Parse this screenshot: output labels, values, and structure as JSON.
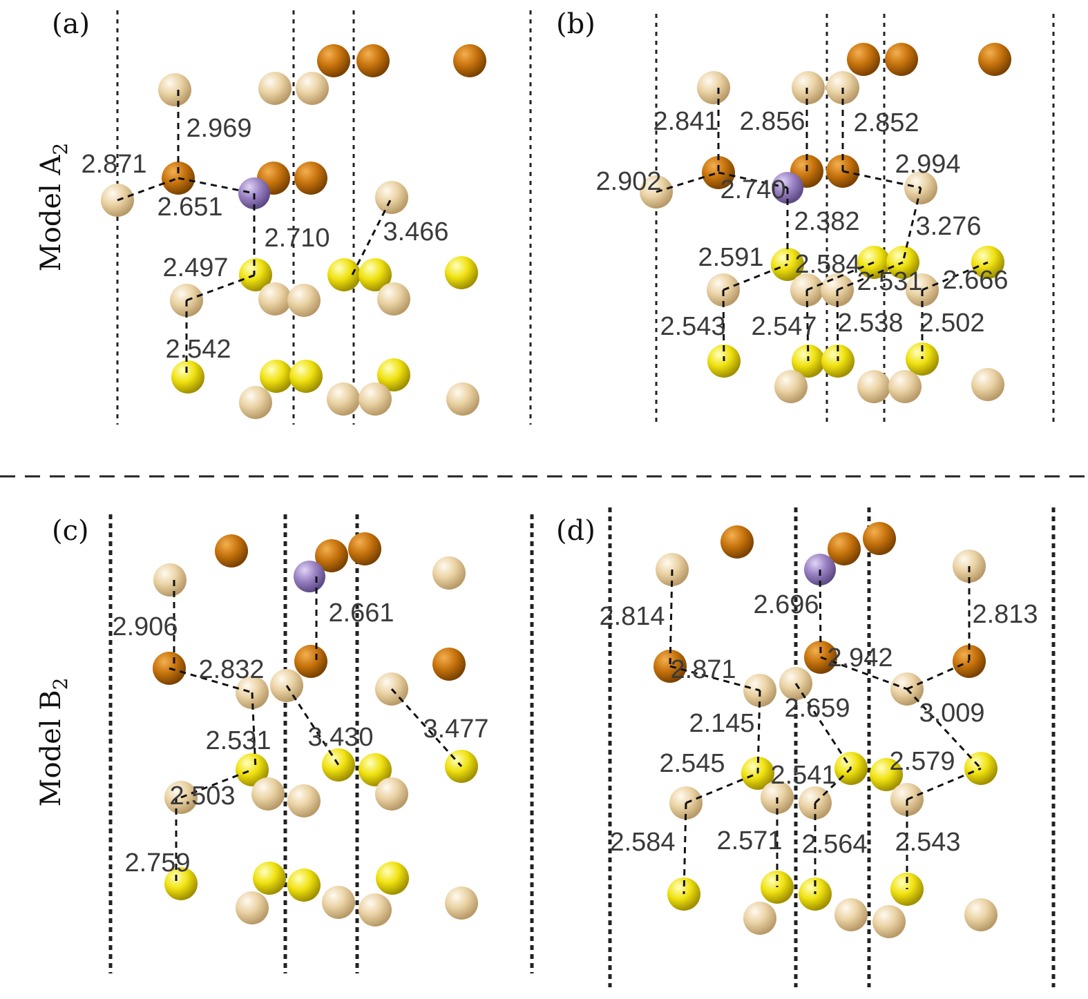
{
  "figure": {
    "models": [
      {
        "label": "Model A",
        "subscript": "2"
      },
      {
        "label": "Model B",
        "subscript": "2"
      }
    ],
    "atom_colors": {
      "tan": "#e8cd9c",
      "orange": "#c8740e",
      "yellow": "#f0e210",
      "purple": "#9a82c4"
    },
    "panels": [
      {
        "letter": "(a)",
        "bond_lengths": [
          "2.969",
          "2.871",
          "2.651",
          "2.710",
          "3.466",
          "2.497",
          "2.542"
        ]
      },
      {
        "letter": "(b)",
        "bond_lengths": [
          "2.841",
          "2.856",
          "2.852",
          "2.902",
          "2.740",
          "2.994",
          "2.382",
          "3.276",
          "2.591",
          "2.584",
          "2.531",
          "2.666",
          "2.543",
          "2.547",
          "2.538",
          "2.502"
        ]
      },
      {
        "letter": "(c)",
        "bond_lengths": [
          "2.906",
          "2.661",
          "2.832",
          "2.531",
          "3.430",
          "3.477",
          "2.503",
          "2.759"
        ]
      },
      {
        "letter": "(d)",
        "bond_lengths": [
          "2.814",
          "2.696",
          "2.813",
          "2.871",
          "2.942",
          "2.659",
          "3.009",
          "2.145",
          "2.545",
          "2.541",
          "2.579",
          "2.584",
          "2.571",
          "2.564",
          "2.543"
        ]
      }
    ]
  }
}
